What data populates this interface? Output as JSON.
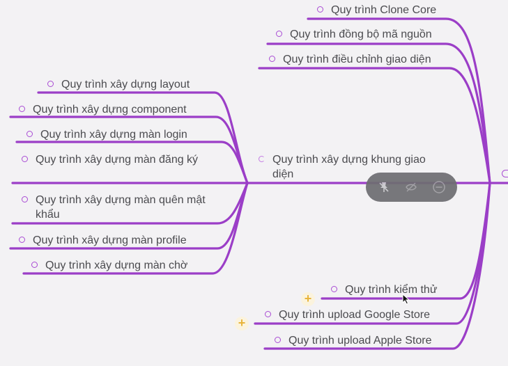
{
  "colors": {
    "branch": "#9b3ec7",
    "background": "#f3f2f4",
    "text": "#4b4b4f",
    "toolbar": "#6e6e72",
    "add": "#e8b43a"
  },
  "center_node": {
    "label": "Quy trình xây dựng khung giao diện"
  },
  "right_branches": [
    {
      "label": "Quy trình Clone Core"
    },
    {
      "label": "Quy trình đồng bộ mã nguồn"
    },
    {
      "label": "Quy trình điều chỉnh giao diện"
    },
    {
      "label": "Quy trình kiểm thử"
    },
    {
      "label": "Quy trình upload Google Store"
    },
    {
      "label": "Quy trình upload Apple Store"
    }
  ],
  "left_branches": [
    {
      "label": "Quy trình xây dựng layout"
    },
    {
      "label": "Quy trình xây dựng component"
    },
    {
      "label": "Quy trình xây dựng màn login"
    },
    {
      "label": "Quy trình xây dựng màn đăng ký"
    },
    {
      "label": "Quy trình xây dựng màn quên mật khẩu"
    },
    {
      "label": "Quy trình xây dựng màn profile"
    },
    {
      "label": "Quy trình xây dựng màn chờ"
    }
  ],
  "toolbar": {
    "icons": [
      "unpin-icon",
      "hide-icon",
      "collapse-icon"
    ]
  },
  "add_buttons": {
    "symbol": "+"
  }
}
